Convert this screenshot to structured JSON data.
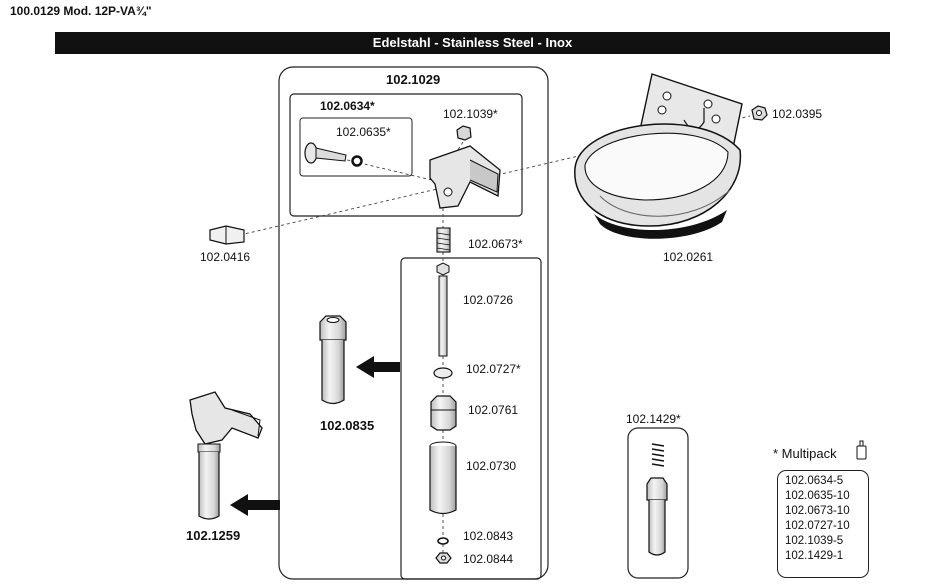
{
  "header": {
    "title": "100.0129 Mod. 12P-VA¾\"",
    "banner": "Edelstahl - Stainless Steel - Inox"
  },
  "labels": {
    "assembly": "102.1029",
    "sub_assembly": "102.0634*",
    "screw": "102.0635*",
    "nut_top": "102.1039*",
    "bolt": "102.0416",
    "spring": "102.0673*",
    "bowl_nut": "102.0395",
    "bowl": "102.0261",
    "pin": "102.0726",
    "washer": "102.0727*",
    "valve_nut": "102.0761",
    "sleeve": "102.0730",
    "o_ring": "102.0843",
    "small_nut": "102.0844",
    "tube_assembly": "102.0835",
    "full_assembly": "102.1259",
    "spring_kit": "102.1429*"
  },
  "multipack": {
    "title": "* Multipack",
    "items": [
      "102.0634-5",
      "102.0635-10",
      "102.0673-10",
      "102.0727-10",
      "102.1039-5",
      "102.1429-1"
    ]
  },
  "colors": {
    "ink": "#111111",
    "banner_bg": "#111111",
    "banner_text": "#ffffff",
    "part_fill": "#e6e6e6",
    "part_shade": "#bdbdbd"
  },
  "icons": [
    "bottle-icon",
    "arrow-left-icon"
  ]
}
